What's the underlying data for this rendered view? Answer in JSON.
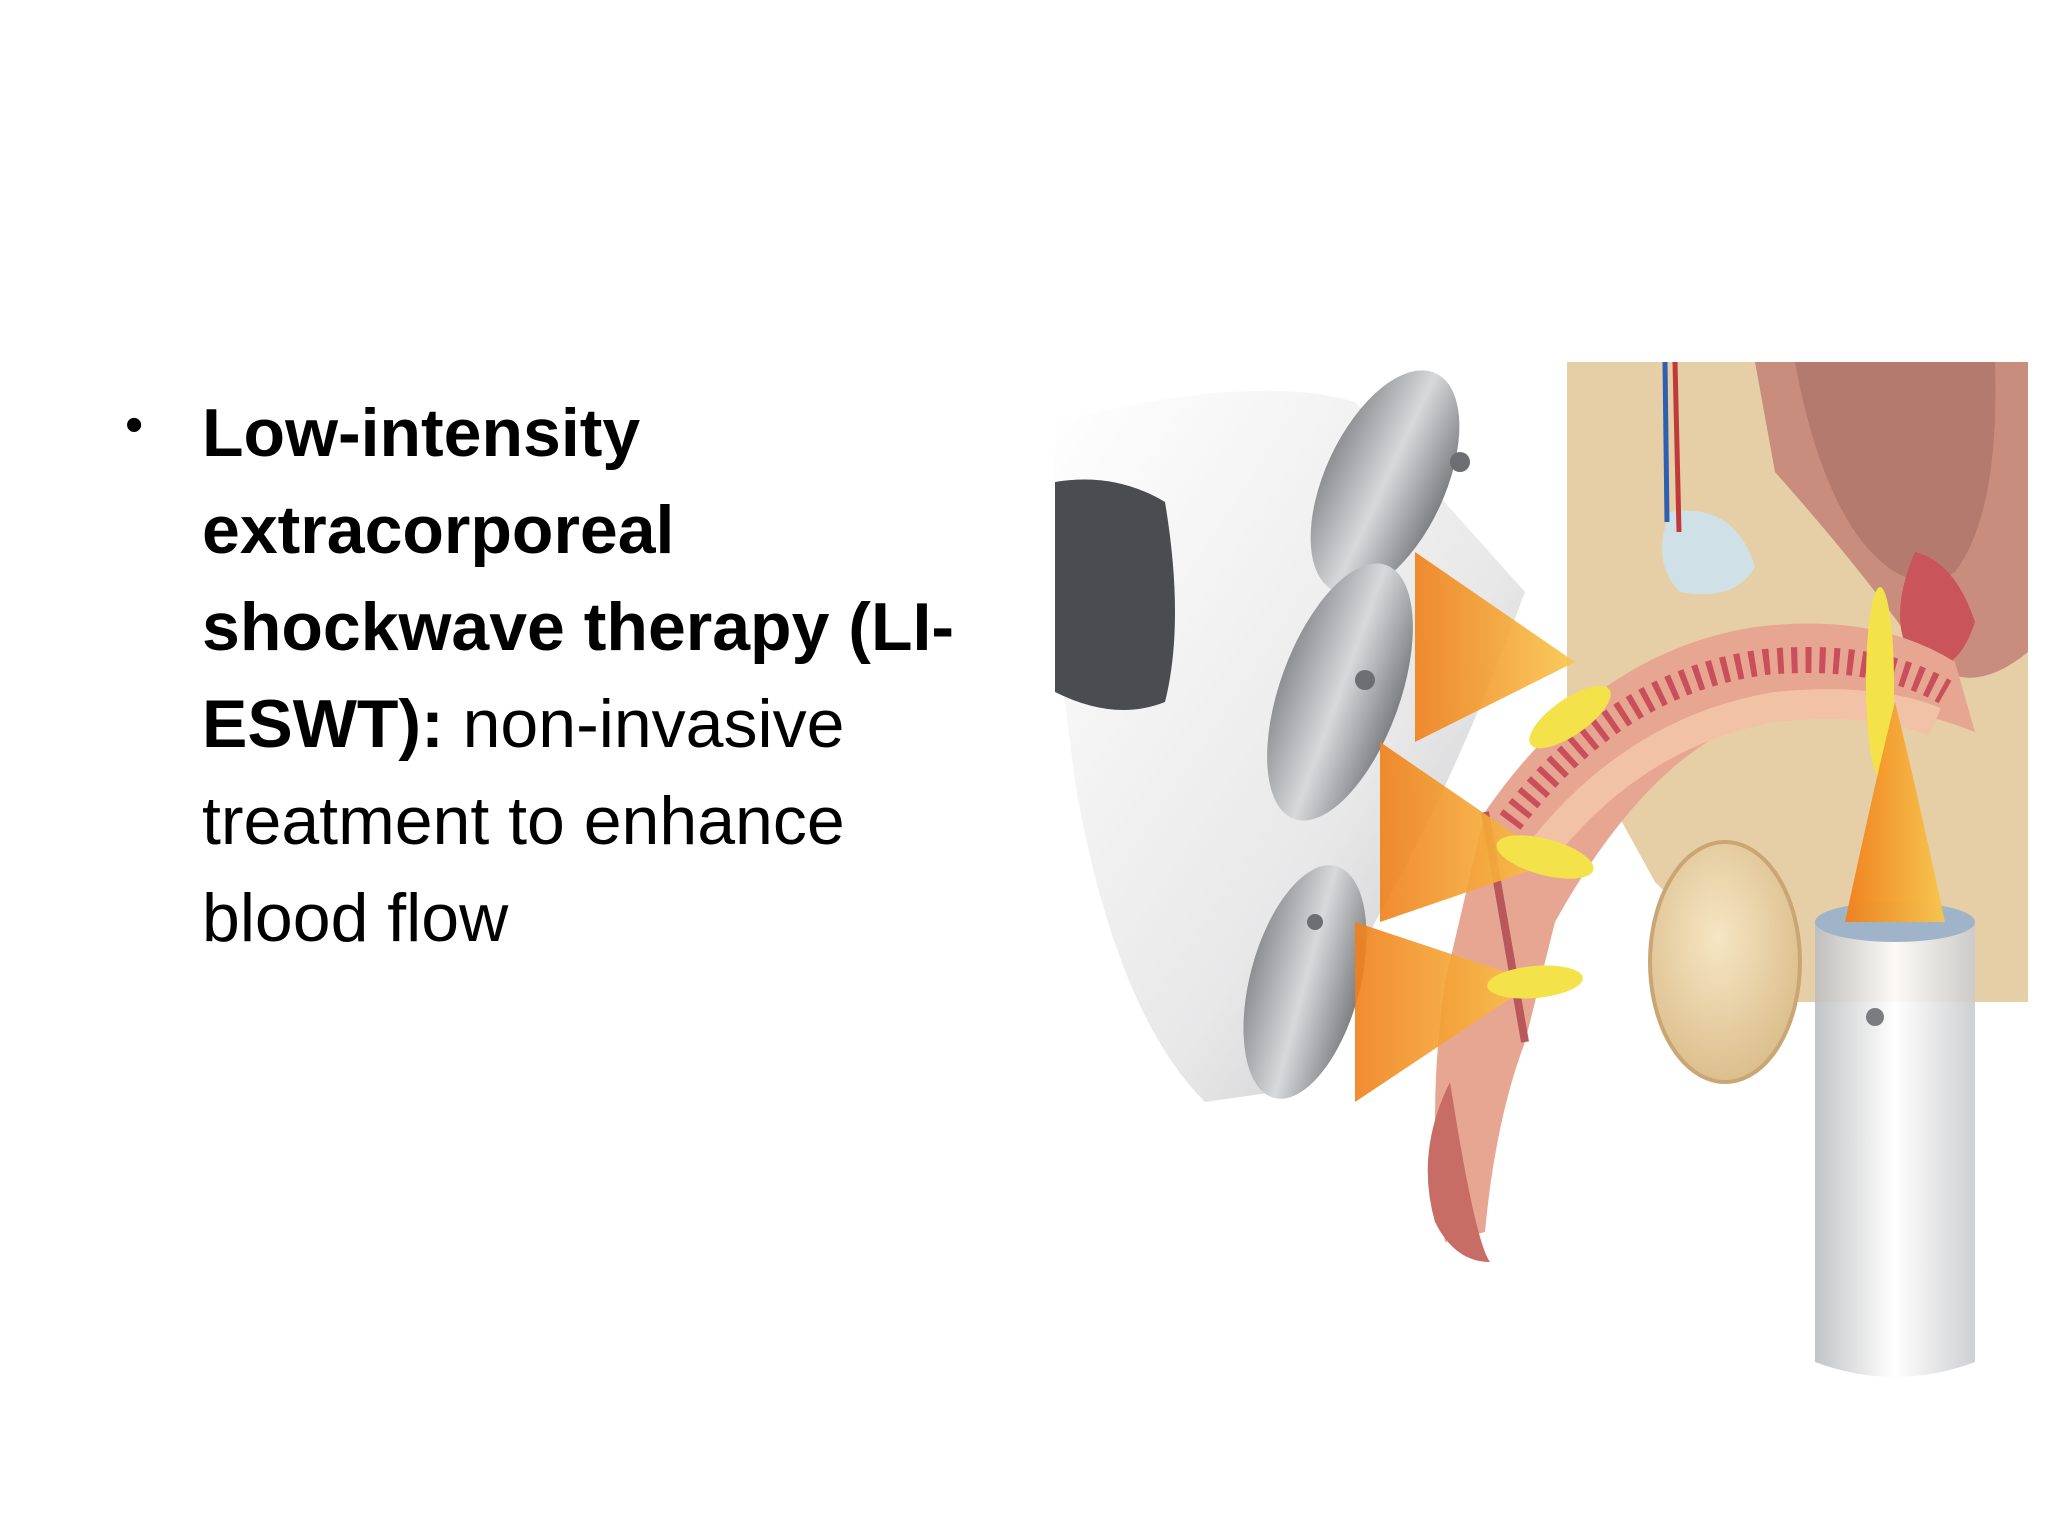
{
  "slide": {
    "bullet": {
      "term": "Low-intensity extracorporeal shockwave therapy (LI-ESWT):",
      "description": " non-invasive treatment to enhance blood flow"
    }
  },
  "illustration": {
    "icon": "shockwave-therapy-anatomy-illustration",
    "colors": {
      "device": "#e9e9ea",
      "wave": "#f39a1f",
      "focal": "#f4e24a",
      "tissue": "#e2a58f",
      "background": "#e6cfa6"
    }
  }
}
